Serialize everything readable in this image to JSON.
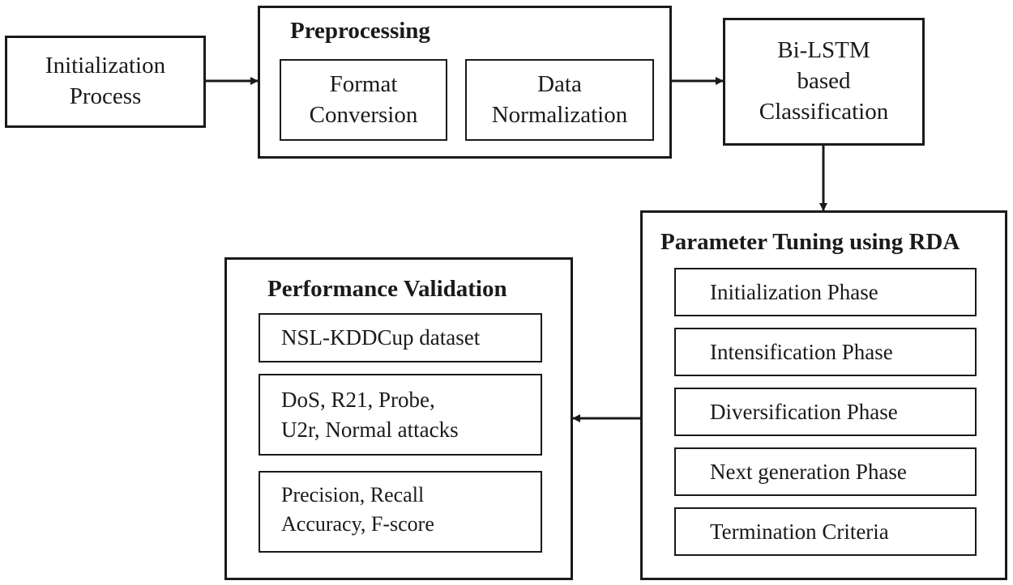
{
  "initialization": {
    "line1": "Initialization",
    "line2": "Process"
  },
  "preprocessing": {
    "title": "Preprocessing",
    "format": {
      "line1": "Format",
      "line2": "Conversion"
    },
    "normalization": {
      "line1": "Data",
      "line2": "Normalization"
    }
  },
  "classification": {
    "line1": "Bi-LSTM",
    "line2": "based",
    "line3": "Classification"
  },
  "rda": {
    "title": "Parameter Tuning using RDA",
    "phases": [
      "Initialization Phase",
      "Intensification Phase",
      "Diversification Phase",
      "Next generation Phase",
      "Termination Criteria"
    ]
  },
  "validation": {
    "title": "Performance Validation",
    "dataset": "NSL-KDDCup dataset",
    "attacks": {
      "line1": "DoS, R21, Probe,",
      "line2": "U2r, Normal attacks"
    },
    "metrics": {
      "line1": "Precision, Recall",
      "line2": "Accuracy, F-score"
    }
  }
}
